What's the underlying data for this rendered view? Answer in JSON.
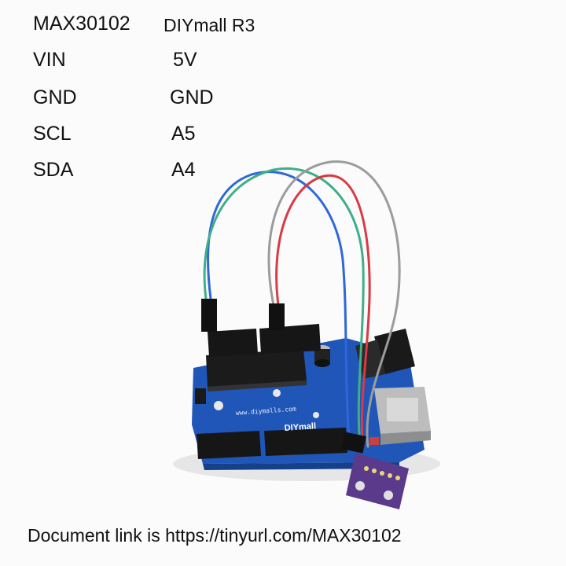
{
  "pin_table": {
    "rows": [
      {
        "sensor": "MAX30102",
        "board": "DIYmall R3"
      },
      {
        "sensor": "VIN",
        "board": "5V"
      },
      {
        "sensor": "GND",
        "board": "GND"
      },
      {
        "sensor": "SCL",
        "board": "A5"
      },
      {
        "sensor": "SDA",
        "board": "A4"
      }
    ]
  },
  "board": {
    "url_text": "www.diymalls.com",
    "brand_text": "DIYmall",
    "color": "#1f56b8"
  },
  "sensor_module": {
    "color": "#5b3a8c"
  },
  "wires": {
    "colors": [
      "#2f67d9",
      "#3fae8a",
      "#d93a44",
      "#9c9c9c"
    ]
  },
  "footer": {
    "text": "Document link is https://tinyurl.com/MAX30102"
  }
}
